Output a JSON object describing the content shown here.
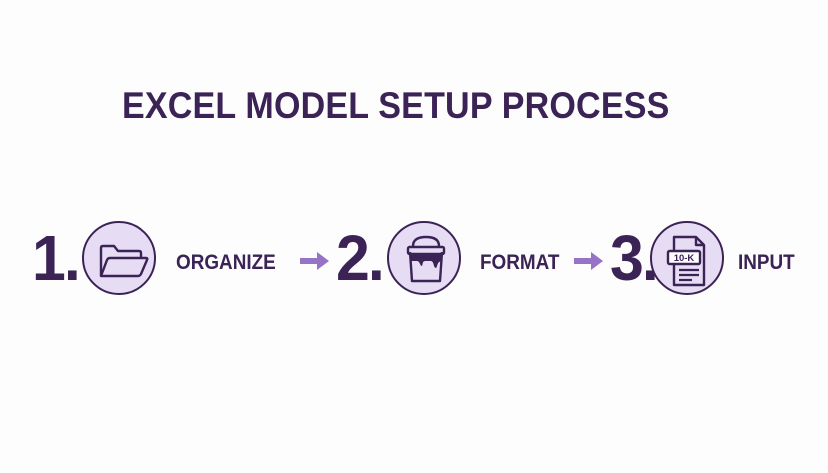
{
  "title": "EXCEL MODEL SETUP PROCESS",
  "colors": {
    "primary": "#3b2356",
    "accent": "#9673c4",
    "circle_fill": "#e6dcf4",
    "background": "#fdfdfd"
  },
  "steps": [
    {
      "number": "1.",
      "label": "ORGANIZE",
      "icon": "folder-icon"
    },
    {
      "number": "2.",
      "label": "FORMAT",
      "icon": "paint-bucket-icon"
    },
    {
      "number": "3.",
      "label": "INPUT",
      "icon": "document-10k-icon",
      "icon_text": "10-K"
    }
  ],
  "connectors": [
    {
      "icon": "arrow-right-icon"
    },
    {
      "icon": "arrow-right-icon"
    }
  ]
}
